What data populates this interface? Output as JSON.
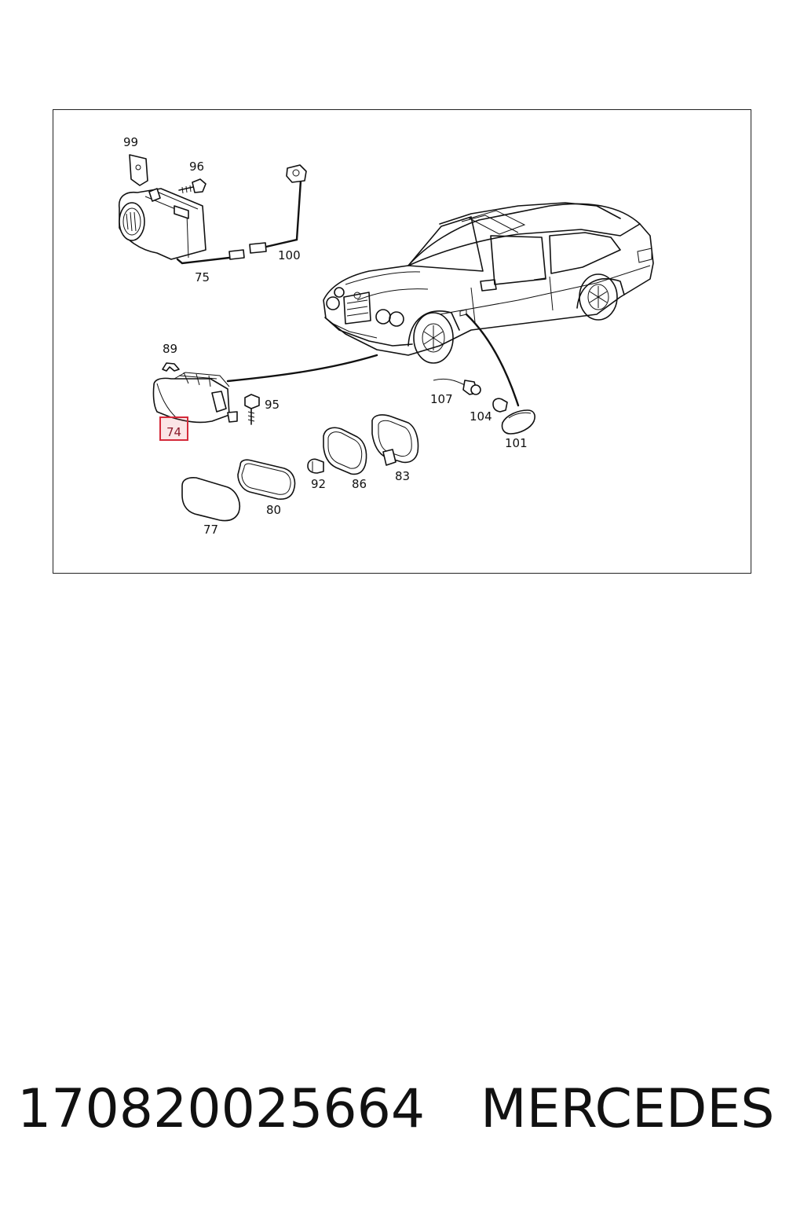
{
  "diagram": {
    "callouts": {
      "c99": "99",
      "c96": "96",
      "c100": "100",
      "c75": "75",
      "c89": "89",
      "c95": "95",
      "c74": "74",
      "c107": "107",
      "c104": "104",
      "c101": "101",
      "c92": "92",
      "c86": "86",
      "c83": "83",
      "c80": "80",
      "c77": "77"
    },
    "highlighted_callout": "74",
    "highlight_color": "#d42a3a"
  },
  "footer": {
    "part_number": "170820025664",
    "brand": "MERCEDES"
  }
}
